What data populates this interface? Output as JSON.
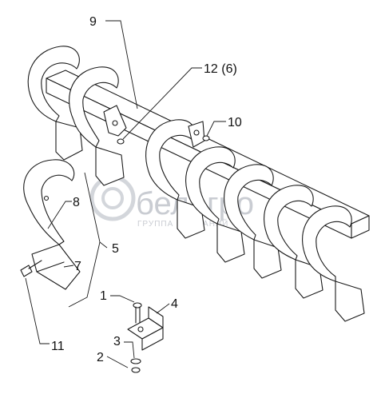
{
  "callouts": {
    "c9": "9",
    "c12": "12 (6)",
    "c10": "10",
    "c8": "8",
    "c5": "5",
    "c7": "7",
    "c1": "1",
    "c4": "4",
    "c3": "3",
    "c2": "2",
    "c11": "11"
  },
  "watermark": {
    "brand": "белагро",
    "tagline": "ГРУППА КОМПАНИЙ"
  },
  "colors": {
    "line": "#1a1a1a",
    "watermark": "#c9ccd2"
  }
}
